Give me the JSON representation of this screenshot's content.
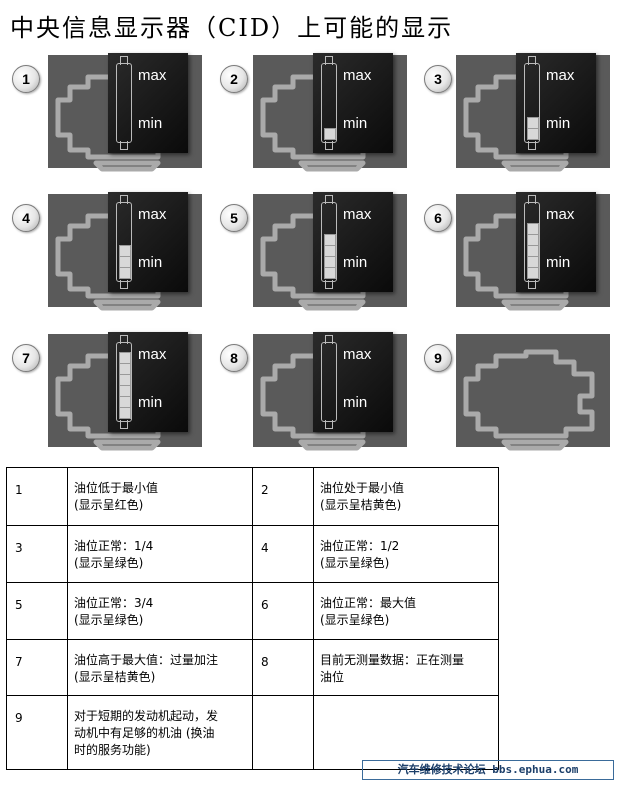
{
  "title": "中央信息显示器（CID）上可能的显示",
  "gauge_labels": {
    "max": "max",
    "min": "min"
  },
  "panels": [
    {
      "number": "1",
      "fill_level": 0,
      "show_gauge": true
    },
    {
      "number": "2",
      "fill_level": 1,
      "show_gauge": true
    },
    {
      "number": "3",
      "fill_level": 2,
      "show_gauge": true
    },
    {
      "number": "4",
      "fill_level": 3,
      "show_gauge": true
    },
    {
      "number": "5",
      "fill_level": 4,
      "show_gauge": true
    },
    {
      "number": "6",
      "fill_level": 5,
      "show_gauge": true
    },
    {
      "number": "7",
      "fill_level": 6,
      "show_gauge": true
    },
    {
      "number": "8",
      "fill_level": 0,
      "show_gauge": true
    },
    {
      "number": "9",
      "fill_level": 0,
      "show_gauge": false
    }
  ],
  "legend": [
    {
      "n": "1",
      "text": [
        "油位低于最小值",
        "(显示呈红色)"
      ]
    },
    {
      "n": "2",
      "text": [
        "油位处于最小值",
        "(显示呈桔黄色)"
      ]
    },
    {
      "n": "3",
      "text": [
        "油位正常：1/4",
        "(显示呈绿色)"
      ]
    },
    {
      "n": "4",
      "text": [
        "油位正常：1/2",
        "(显示呈绿色)"
      ]
    },
    {
      "n": "5",
      "text": [
        "油位正常：3/4",
        "(显示呈绿色)"
      ]
    },
    {
      "n": "6",
      "text": [
        "油位正常：最大值",
        "(显示呈绿色)"
      ]
    },
    {
      "n": "7",
      "text": [
        "油位高于最大值：过量加注",
        "(显示呈桔黄色)"
      ]
    },
    {
      "n": "8",
      "text": [
        "目前无测量数据：正在测量",
        "油位"
      ]
    },
    {
      "n": "9",
      "text": [
        "对于短期的发动机起动，发",
        "动机中有足够的机油 (换油",
        "时的服务功能)"
      ]
    }
  ],
  "watermark": "汽车维修技术论坛 bbs.ephua.com",
  "colors": {
    "panel_bg": "#5a5a5a",
    "engine_outline": "#aaaaaa",
    "gauge_bg": "#111111"
  }
}
